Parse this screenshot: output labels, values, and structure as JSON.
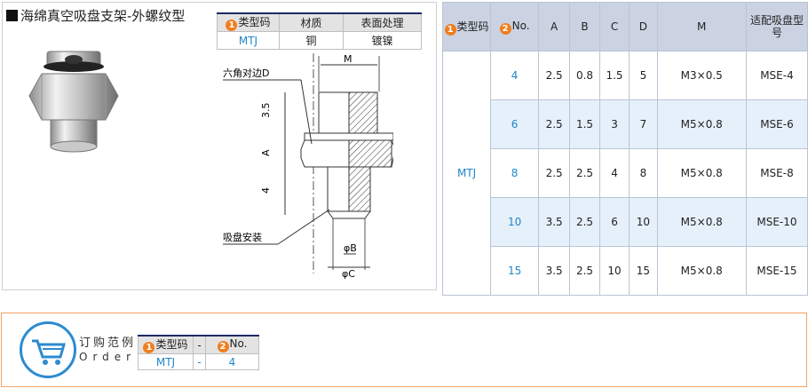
{
  "title": "海绵真空吸盘支架-外螺纹型",
  "material_table": {
    "headers": [
      "类型码",
      "材质",
      "表面处理"
    ],
    "row": [
      "MTJ",
      "铜",
      "镀镍"
    ]
  },
  "drawing": {
    "label_m": "M",
    "label_hex": "六角对边D",
    "label_35": "3.5",
    "label_a": "A",
    "label_4": "4",
    "label_pad": "吸盘安装",
    "label_phib": "φB",
    "label_phic": "φC"
  },
  "spec_table": {
    "headers": [
      "类型码",
      "No.",
      "A",
      "B",
      "C",
      "D",
      "M",
      "适配吸盘型号"
    ],
    "type_code": "MTJ",
    "rows": [
      {
        "no": "4",
        "a": "2.5",
        "b": "0.8",
        "c": "1.5",
        "d": "5",
        "m": "M3×0.5",
        "pad": "MSE-4"
      },
      {
        "no": "6",
        "a": "2.5",
        "b": "1.5",
        "c": "3",
        "d": "7",
        "m": "M5×0.8",
        "pad": "MSE-6"
      },
      {
        "no": "8",
        "a": "2.5",
        "b": "2.5",
        "c": "4",
        "d": "8",
        "m": "M5×0.8",
        "pad": "MSE-8"
      },
      {
        "no": "10",
        "a": "3.5",
        "b": "2.5",
        "c": "6",
        "d": "10",
        "m": "M5×0.8",
        "pad": "MSE-10"
      },
      {
        "no": "15",
        "a": "3.5",
        "b": "2.5",
        "c": "10",
        "d": "15",
        "m": "M5×0.8",
        "pad": "MSE-15"
      }
    ]
  },
  "order": {
    "label_cn": "订购范例",
    "label_en": "Order",
    "headers": [
      "类型码",
      "-",
      "No."
    ],
    "row": [
      "MTJ",
      "-",
      "4"
    ]
  },
  "colors": {
    "accent": "#f07e1e",
    "link": "#1e86c9",
    "header_bg": "#cbd3e3"
  }
}
